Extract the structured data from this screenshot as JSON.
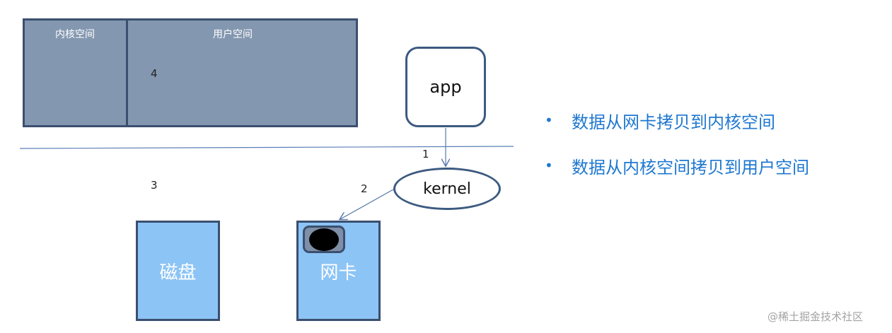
{
  "memory": {
    "kernel_space_label": "内核空间",
    "user_space_label": "用户空间"
  },
  "steps": {
    "one": "1",
    "two": "2",
    "three": "3",
    "four": "4"
  },
  "nodes": {
    "app": "app",
    "kernel": "kernel",
    "disk": "磁盘",
    "nic": "网卡"
  },
  "bullets": [
    {
      "marker": "•",
      "text": "数据从网卡拷贝到内核空间"
    },
    {
      "marker": "•",
      "text": "数据从内核空间拷贝到用户空间"
    }
  ],
  "watermark": "@稀土掘金技术社区",
  "colors": {
    "memory_fill": "#8497b0",
    "device_fill": "#8cc4f5",
    "outline": "#3d5a80",
    "bullet_text": "#1f78d0"
  }
}
